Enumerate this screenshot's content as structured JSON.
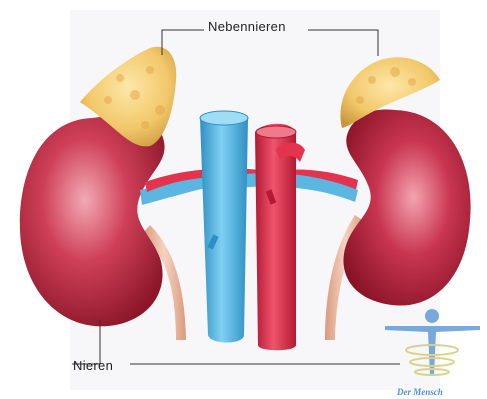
{
  "labels": {
    "adrenal_glands": "Nebennieren",
    "kidneys": "Nieren"
  },
  "watermark": {
    "text": "Der Mensch"
  },
  "colors": {
    "kidney": "#b5283c",
    "adrenal": "#f2c86a",
    "vena_cava": "#57b3df",
    "aorta": "#e2344f",
    "ureter": "#e9b69b",
    "watermark": "#4f8fd0"
  }
}
